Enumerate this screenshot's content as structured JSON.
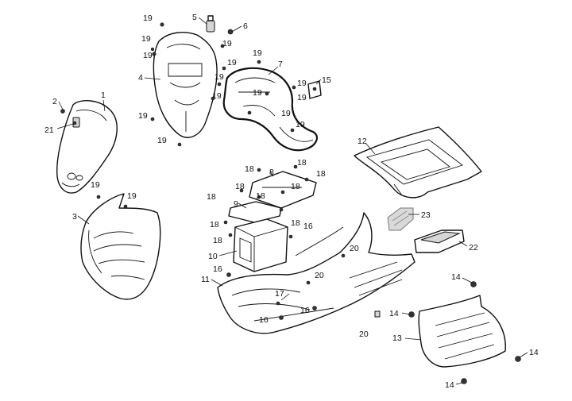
{
  "diagram": {
    "callouts": [
      "1",
      "2",
      "3",
      "4",
      "5",
      "6",
      "7",
      "8",
      "9",
      "10",
      "11",
      "12",
      "13",
      "14",
      "15",
      "16",
      "17",
      "18",
      "19",
      "20",
      "21",
      "22",
      "23"
    ],
    "repeated_callouts": {
      "fastener_19": "19",
      "fastener_18": "18",
      "fastener_16": "16",
      "fastener_20": "20",
      "fastener_14": "14"
    }
  }
}
